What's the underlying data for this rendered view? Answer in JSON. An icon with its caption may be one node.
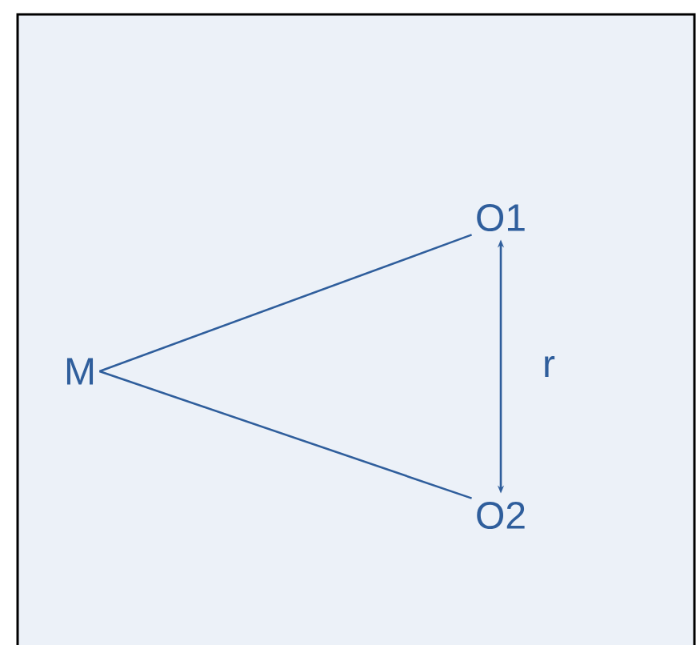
{
  "diagram": {
    "nodes": [
      {
        "text": [
          "M"
        ]
      },
      {
        "text": [
          "O1"
        ]
      },
      {
        "text": [
          "O2"
        ]
      }
    ],
    "edges": [
      {
        "from": 0,
        "to": 1,
        "arrow": "none"
      },
      {
        "from": 0,
        "to": 2,
        "arrow": "none"
      },
      {
        "from": 1,
        "to": 2,
        "arrow": "both",
        "label": "r"
      }
    ]
  }
}
